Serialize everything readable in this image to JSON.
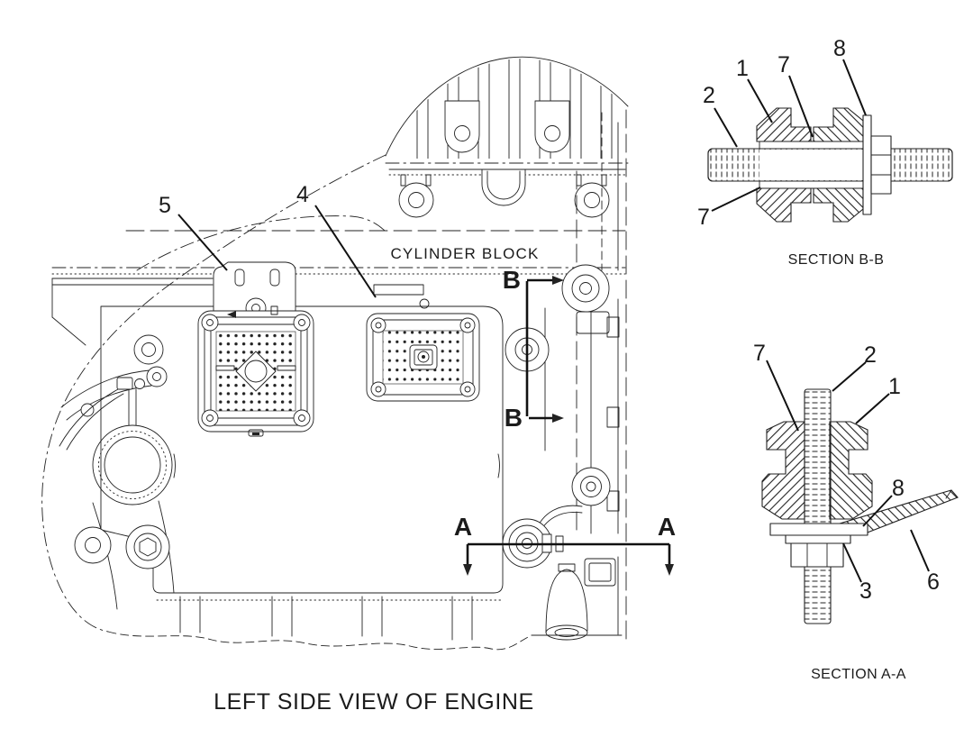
{
  "diagram": {
    "background": "#ffffff",
    "line_color": "#222222",
    "caption": "LEFT SIDE VIEW OF ENGINE",
    "main_view": {
      "cylinder_block_label": "CYLINDER BLOCK",
      "callout_5": "5",
      "callout_4": "4",
      "section_cut_b": {
        "top_label": "B",
        "bottom_label": "B"
      },
      "section_cut_a": {
        "left_label": "A",
        "right_label": "A"
      }
    },
    "section_bb": {
      "title": "SECTION B-B",
      "callout_2": "2",
      "callout_1": "1",
      "callout_7_upper": "7",
      "callout_8": "8",
      "callout_7_lower": "7"
    },
    "section_aa": {
      "title": "SECTION A-A",
      "callout_7": "7",
      "callout_2": "2",
      "callout_1": "1",
      "callout_8": "8",
      "callout_3": "3",
      "callout_6": "6"
    }
  }
}
